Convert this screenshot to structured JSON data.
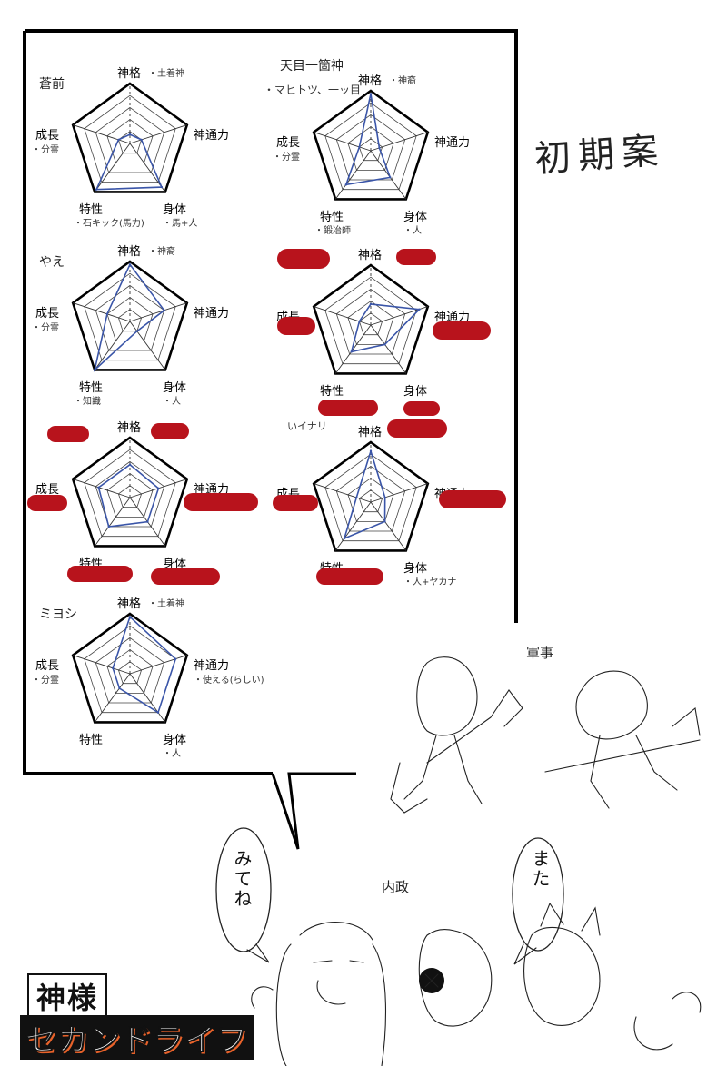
{
  "axes": {
    "top": "神格",
    "right": "神通力",
    "bottom_right": "身体",
    "bottom_left": "特性",
    "left": "成長"
  },
  "charts": [
    {
      "name": "蒼前",
      "notes": {
        "top": "土着神",
        "left": "分霊",
        "bottom_left": "石キック(馬力)",
        "bottom_right": "馬+人"
      },
      "values": [
        0.15,
        0.2,
        0.9,
        0.95,
        0.2
      ]
    },
    {
      "name": "天目一箇神",
      "subname": "マヒトツ、一ッ目",
      "notes": {
        "top": "神裔",
        "left": "分霊",
        "bottom_left": "鍛冶師",
        "bottom_right": "人"
      },
      "values": [
        0.95,
        0.15,
        0.55,
        0.7,
        0.2
      ]
    },
    {
      "name": "やえ",
      "notes": {
        "top": "神裔",
        "left": "分霊",
        "bottom_left": "知識",
        "bottom_right": "人"
      },
      "values": [
        0.95,
        0.6,
        0.2,
        1.0,
        0.4
      ]
    },
    {
      "name": "",
      "notes": {},
      "values": [
        0.35,
        0.85,
        0.4,
        0.55,
        0.2
      ]
    },
    {
      "name": "",
      "notes": {},
      "values": [
        0.55,
        0.5,
        0.5,
        0.6,
        0.55
      ]
    },
    {
      "name": "",
      "top_note": "いイナリ",
      "notes": {
        "bottom_right": "人+ヤカナ"
      },
      "values": [
        0.85,
        0.25,
        0.4,
        0.75,
        0.25
      ]
    },
    {
      "name": "ミヨシ",
      "notes": {
        "top": "土着神",
        "right": "使える(らしい)",
        "left": "分霊",
        "bottom_right": "人"
      },
      "values": [
        0.95,
        0.8,
        0.8,
        0.3,
        0.3
      ]
    }
  ],
  "side_note": "初期案",
  "scene": {
    "military_label": "軍事",
    "domestic_label": "内政",
    "bubble_left": "みてね",
    "bubble_right": "また"
  },
  "logo": {
    "line1": "神様",
    "line2": "セカンドライフ"
  },
  "colors": {
    "plot_line": "#3a55a8",
    "redaction": "#b8131c",
    "logo_orange": "#e8622a"
  }
}
